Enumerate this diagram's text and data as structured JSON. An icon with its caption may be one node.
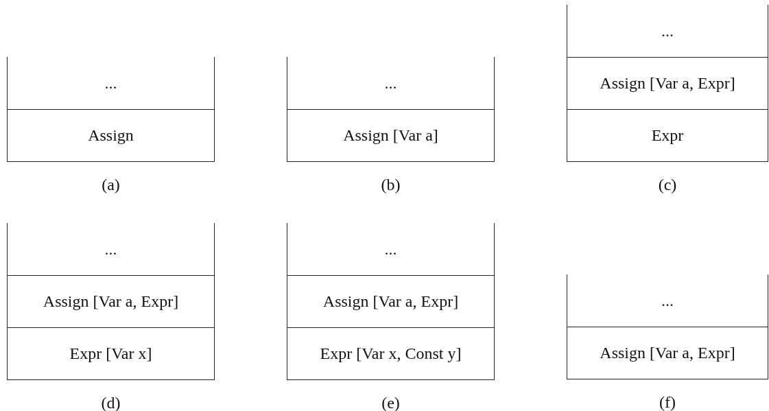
{
  "diagram": {
    "nodes": [
      {
        "text": [
          "(a)"
        ]
      },
      {
        "text": [
          "..."
        ],
        "in": 0
      },
      {
        "text": [
          "Assign"
        ],
        "in": 0
      },
      {
        "text": [
          "(b)"
        ]
      },
      {
        "text": [
          "..."
        ],
        "in": 3
      },
      {
        "text": [
          "Assign [Var a]"
        ],
        "in": 3
      },
      {
        "text": [
          "(c)"
        ]
      },
      {
        "text": [
          "..."
        ],
        "in": 6
      },
      {
        "text": [
          "Assign [Var a, Expr]"
        ],
        "in": 6
      },
      {
        "text": [
          "Expr"
        ],
        "in": 6
      },
      {
        "text": [
          "(d)"
        ]
      },
      {
        "text": [
          "..."
        ],
        "in": 10
      },
      {
        "text": [
          "Assign [Var a, Expr]"
        ],
        "in": 10
      },
      {
        "text": [
          "Expr [Var x]"
        ],
        "in": 10
      },
      {
        "text": [
          "(e)"
        ]
      },
      {
        "text": [
          "..."
        ],
        "in": 14
      },
      {
        "text": [
          "Assign [Var a, Expr]"
        ],
        "in": 14
      },
      {
        "text": [
          "Expr [Var x, Const y]"
        ],
        "in": 14
      },
      {
        "text": [
          "(f)"
        ]
      },
      {
        "text": [
          "..."
        ],
        "in": 18
      },
      {
        "text": [
          "Assign [Var a, Expr]"
        ],
        "in": 18
      }
    ]
  }
}
